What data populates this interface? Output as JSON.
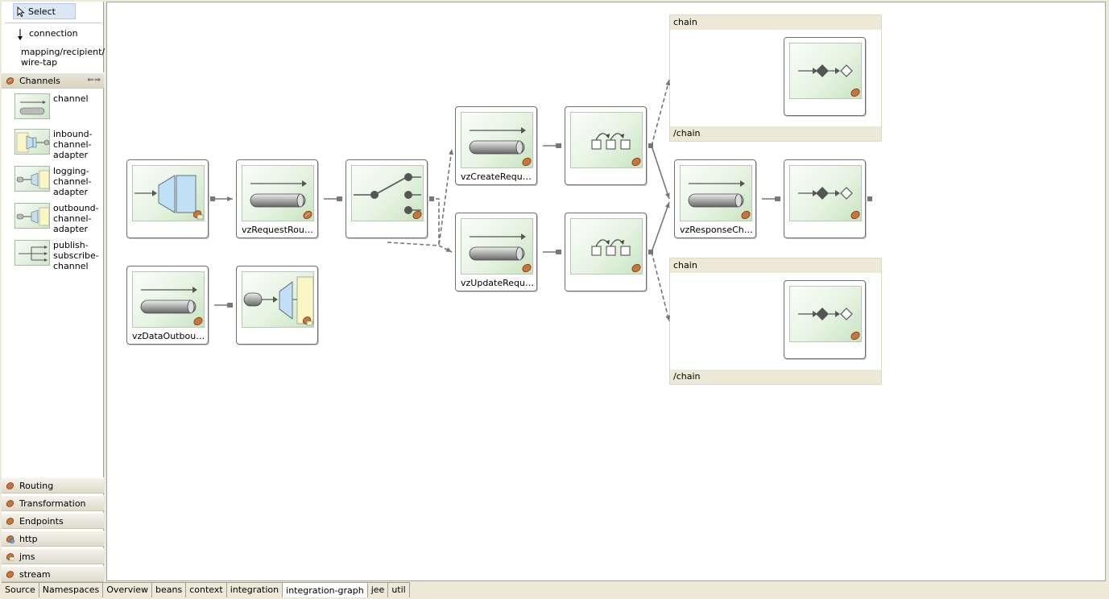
{
  "palette": {
    "tools": {
      "select": "Select",
      "connection": "connection",
      "mapping": "mapping/recipient/\nwire-tap"
    },
    "channels_header": "Channels",
    "channel_items": [
      {
        "label": "channel"
      },
      {
        "label": "inbound-\nchannel-\nadapter"
      },
      {
        "label": "logging-\nchannel-\nadapter"
      },
      {
        "label": "outbound-\nchannel-\nadapter"
      },
      {
        "label": "publish-\nsubscribe-\nchannel"
      }
    ],
    "categories": [
      "Routing",
      "Transformation",
      "Endpoints",
      "http",
      "jms",
      "stream"
    ]
  },
  "canvas": {
    "nodes": {
      "inbound_adapter": "",
      "request_router_channel": "vzRequestRout...",
      "router": "",
      "create_request_channel": "vzCreateReque...",
      "update_request_channel": "vzUpdateReque...",
      "splitter_top": "",
      "splitter_bottom": "",
      "response_channel": "vzResponseCha...",
      "service_mid": "",
      "data_outbound_channel": "vzDataOutboun...",
      "outbound_adapter": ""
    },
    "chains": [
      {
        "head": "chain",
        "foot": "/chain"
      },
      {
        "head": "chain",
        "foot": "/chain"
      }
    ]
  },
  "tabs": [
    "Source",
    "Namespaces",
    "Overview",
    "beans",
    "context",
    "integration",
    "integration-graph",
    "jee",
    "util"
  ],
  "active_tab": "integration-graph",
  "colors": {
    "thumb_green": "#cfe6c9",
    "adapter_blue": "#bfe0f5",
    "adapter_yellow": "#fbf7c4",
    "chain_band": "#ece9d8"
  }
}
